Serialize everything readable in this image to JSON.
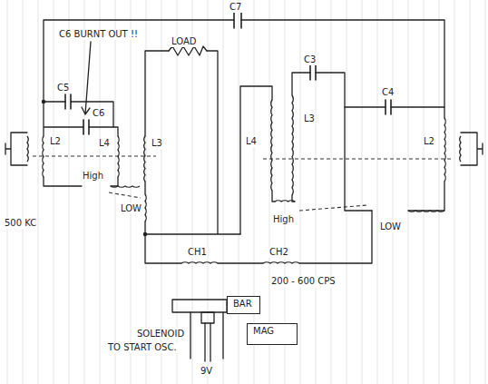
{
  "diagram": {
    "nodes": [
      {
        "text": [
          "BAR"
        ]
      },
      {
        "text": [
          "MAG"
        ]
      }
    ],
    "labels": [
      "C7",
      "C6 BURNT OUT !!",
      "LOAD",
      "C5",
      "C6",
      "L4",
      "L3",
      "L2",
      "High",
      "500 KC",
      "LOW",
      "C3",
      "C4",
      "L4",
      "L3",
      "L2",
      "High",
      "LOW",
      "CH1",
      "CH2",
      "200 - 600 CPS",
      "SOLENOID",
      "TO START OSC.",
      "9V"
    ]
  }
}
